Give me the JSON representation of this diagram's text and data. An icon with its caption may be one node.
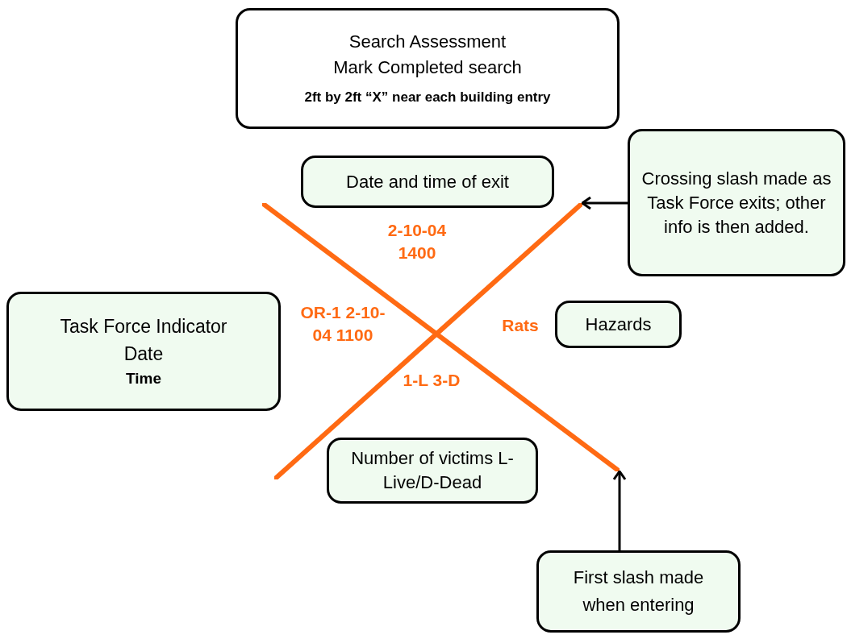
{
  "diagram": {
    "nodes": [
      {
        "text": [
          "Search Assessment Mark Completed search",
          "2ft by 2ft “X” near each building entry"
        ]
      },
      {
        "text": [
          "Date and time of exit"
        ]
      },
      {
        "text": [
          "Crossing slash made as Task Force exits; other info is then added."
        ]
      },
      {
        "text": [
          "Task Force Indicator Date",
          "Time"
        ]
      },
      {
        "text": [
          "Hazards"
        ]
      },
      {
        "text": [
          "Number of victims L-Live/D-Dead"
        ]
      },
      {
        "text": [
          "First slash made when entering"
        ]
      },
      {
        "text": [],
        "shape": "line"
      },
      {
        "text": [],
        "shape": "line"
      }
    ],
    "edges": [
      {
        "from": 2,
        "to": 8,
        "arrow": "to"
      },
      {
        "from": 6,
        "to": 7,
        "arrow": "to"
      }
    ],
    "labels": [
      "2-10-04 1400",
      "OR-1 2-10-04 1100",
      "Rats",
      "1-L 3-D"
    ]
  }
}
